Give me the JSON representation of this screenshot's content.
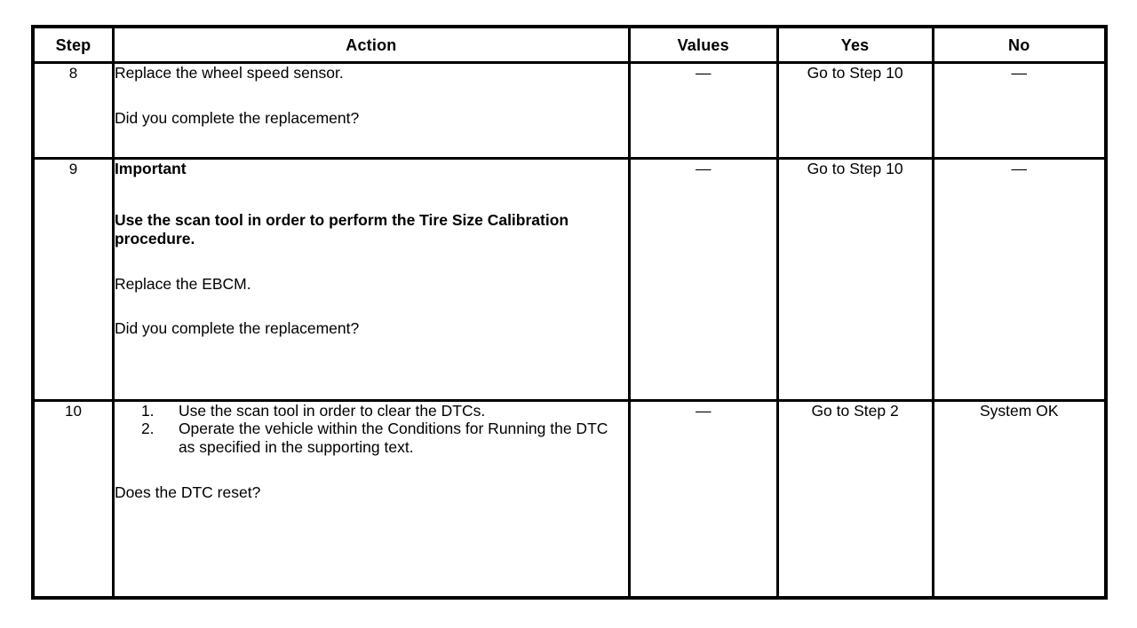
{
  "document": {
    "kind": "diagnostic-step-table"
  },
  "table": {
    "columns": [
      {
        "key": "step",
        "label": "Step"
      },
      {
        "key": "action",
        "label": "Action"
      },
      {
        "key": "values",
        "label": "Values"
      },
      {
        "key": "yes",
        "label": "Yes"
      },
      {
        "key": "no",
        "label": "No"
      }
    ],
    "dash": "—",
    "rows": [
      {
        "step": "8",
        "action_lines": [
          {
            "text": "Replace the wheel speed sensor.",
            "bold": false
          },
          {
            "text": "Did you complete the replacement?",
            "bold": false
          }
        ],
        "values": "—",
        "yes": "Go to Step 10",
        "no": "—"
      },
      {
        "step": "9",
        "action_lines": [
          {
            "text": "Important",
            "bold": true
          },
          {
            "text": "Use the scan tool in order to perform the Tire Size Calibration procedure.",
            "bold": true
          },
          {
            "text": "Replace the EBCM.",
            "bold": false
          },
          {
            "text": "Did you complete the replacement?",
            "bold": false
          }
        ],
        "values": "—",
        "yes": "Go to Step 10",
        "no": "—"
      },
      {
        "step": "10",
        "list_items": [
          {
            "marker": "1.",
            "text": "Use the scan tool in order to clear the DTCs."
          },
          {
            "marker": "2.",
            "text": "Operate the vehicle within the Conditions for Running the DTC as specified in the supporting text."
          }
        ],
        "action_lines": [
          {
            "text": "Does the DTC reset?",
            "bold": false
          }
        ],
        "values": "—",
        "yes": "Go to Step 2",
        "no": "System OK"
      }
    ]
  },
  "colors": {
    "border": "#000000",
    "background": "#ffffff",
    "text": "#000000"
  }
}
